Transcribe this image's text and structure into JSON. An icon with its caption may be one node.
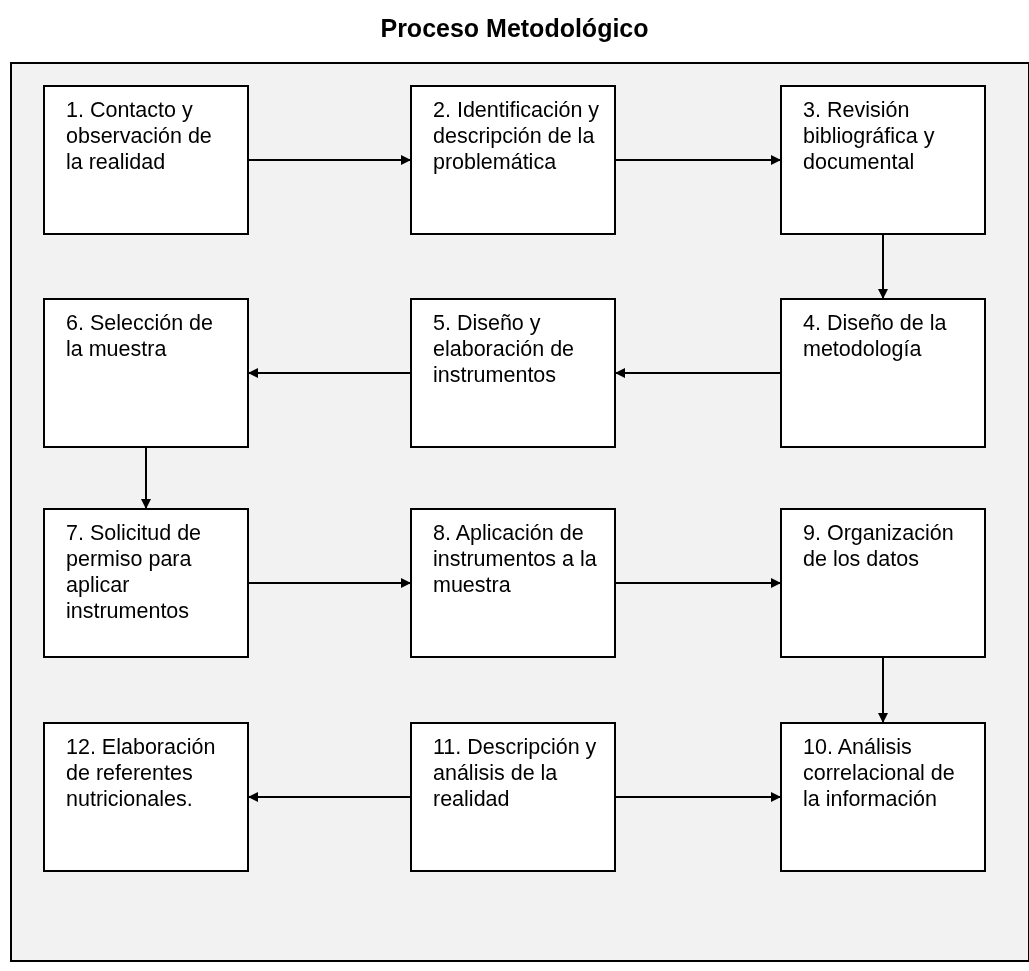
{
  "diagram": {
    "title": "Proceso Metodológico",
    "nodes": [
      {
        "text": [
          "1. Contacto y observación de la realidad"
        ]
      },
      {
        "text": [
          "2. Identificación y descripción de la problemática"
        ]
      },
      {
        "text": [
          "3. Revisión bibliográfica y documental"
        ]
      },
      {
        "text": [
          "4. Diseño de la metodología"
        ]
      },
      {
        "text": [
          "5. Diseño y elaboración de instrumentos"
        ]
      },
      {
        "text": [
          "6. Selección de la muestra"
        ]
      },
      {
        "text": [
          "7. Solicitud de permiso para aplicar instrumentos"
        ]
      },
      {
        "text": [
          "8. Aplicación de instrumentos a la muestra"
        ]
      },
      {
        "text": [
          "9. Organización de los datos"
        ]
      },
      {
        "text": [
          "10. Análisis correlacional de la información"
        ]
      },
      {
        "text": [
          "11. Descripción y análisis de la realidad"
        ]
      },
      {
        "text": [
          "12. Elaboración de referentes nutricionales."
        ]
      }
    ],
    "edges": [
      {
        "from": 0,
        "to": 1,
        "arrow": "to"
      },
      {
        "from": 1,
        "to": 2,
        "arrow": "to"
      },
      {
        "from": 2,
        "to": 3,
        "arrow": "to"
      },
      {
        "from": 3,
        "to": 4,
        "arrow": "to"
      },
      {
        "from": 4,
        "to": 5,
        "arrow": "to"
      },
      {
        "from": 5,
        "to": 6,
        "arrow": "to"
      },
      {
        "from": 6,
        "to": 7,
        "arrow": "to"
      },
      {
        "from": 7,
        "to": 8,
        "arrow": "to"
      },
      {
        "from": 8,
        "to": 9,
        "arrow": "to"
      },
      {
        "from": 10,
        "to": 9,
        "arrow": "to"
      },
      {
        "from": 10,
        "to": 11,
        "arrow": "to"
      }
    ]
  }
}
